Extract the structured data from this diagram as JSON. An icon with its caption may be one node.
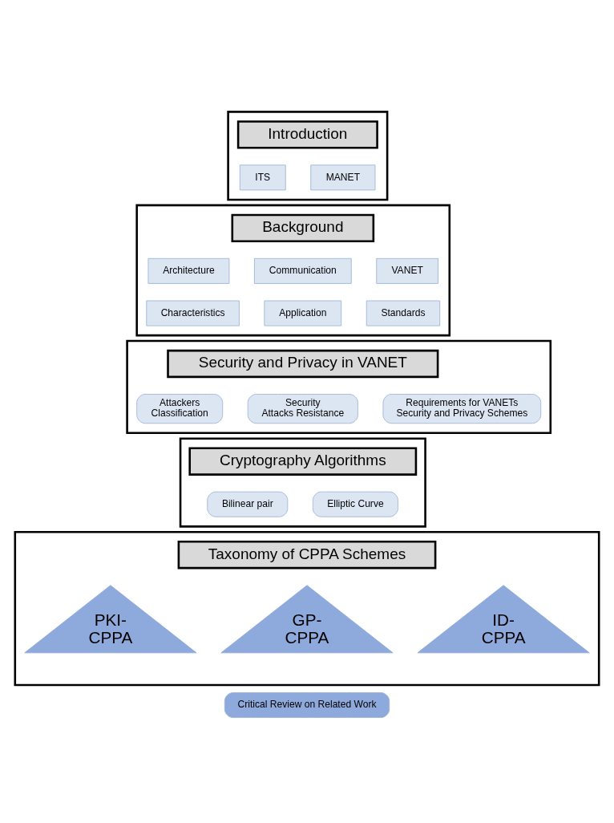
{
  "diagram": {
    "nodes": [
      {
        "text": [],
        "shape": "box"
      },
      {
        "text": [
          "Introduction"
        ],
        "in": 0
      },
      {
        "text": [
          "ITS"
        ],
        "in": 0
      },
      {
        "text": [
          "MANET"
        ],
        "in": 0
      },
      {
        "text": [],
        "shape": "box"
      },
      {
        "text": [
          "Background"
        ],
        "in": 4
      },
      {
        "text": [
          "VANET"
        ],
        "in": 4
      },
      {
        "text": [
          "Architecture"
        ],
        "in": 4
      },
      {
        "text": [
          "Communication"
        ],
        "in": 4
      },
      {
        "text": [
          "Standards"
        ],
        "in": 4
      },
      {
        "text": [
          "Characteristics"
        ],
        "in": 4
      },
      {
        "text": [
          "Application"
        ],
        "in": 4
      },
      {
        "text": [],
        "shape": "box"
      },
      {
        "text": [
          "Security and Privacy in VANET"
        ],
        "in": 12
      },
      {
        "text": [
          "Attackers Classification"
        ],
        "in": 12
      },
      {
        "text": [
          "Security Attacks Resistance"
        ],
        "in": 12
      },
      {
        "text": [
          "Requirements for VANETs Security and Privacy Schemes"
        ],
        "in": 12
      },
      {
        "text": [],
        "shape": "box"
      },
      {
        "text": [
          "Cryptography Algorithms"
        ],
        "in": 17
      },
      {
        "text": [
          "Bilinear pair"
        ],
        "in": 17
      },
      {
        "text": [
          "Elliptic Curve"
        ],
        "in": 17
      },
      {
        "text": [],
        "shape": "box"
      },
      {
        "text": [
          "Taxonomy of CPPA Schemes"
        ],
        "in": 21
      },
      {
        "text": [
          "PKI- CPPA"
        ],
        "in": 21
      },
      {
        "text": [
          "GP- CPPA"
        ],
        "in": 21
      },
      {
        "text": [
          "ID- CPPA"
        ],
        "in": 21
      },
      {
        "text": [
          "Critical Review on Related Work"
        ]
      }
    ],
    "edges": []
  }
}
